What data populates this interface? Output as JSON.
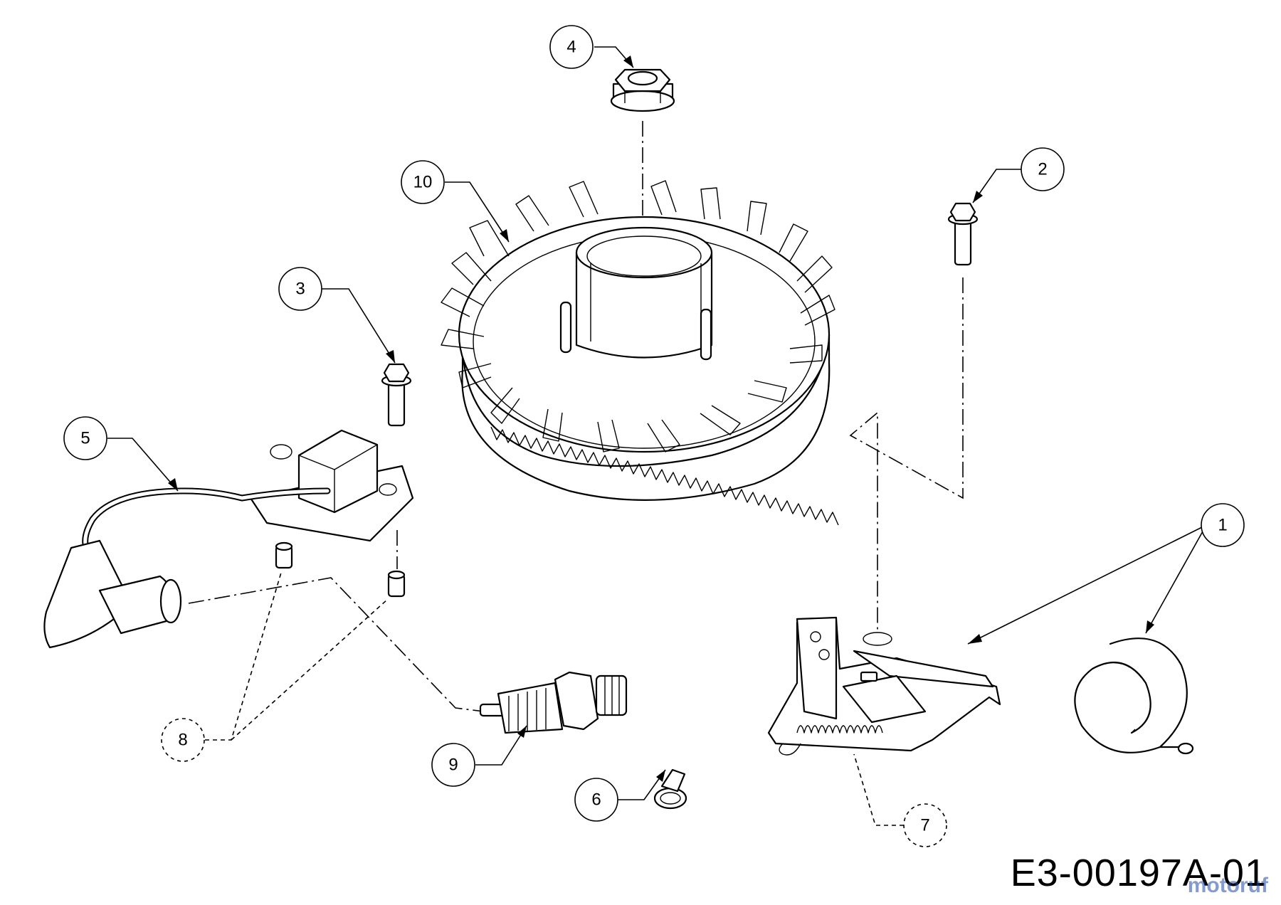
{
  "drawing_code": "E3-00197A-01",
  "watermark": "motoruf",
  "callouts": [
    {
      "id": "callout-1",
      "number": "1"
    },
    {
      "id": "callout-2",
      "number": "2"
    },
    {
      "id": "callout-3",
      "number": "3"
    },
    {
      "id": "callout-4",
      "number": "4"
    },
    {
      "id": "callout-5",
      "number": "5"
    },
    {
      "id": "callout-6",
      "number": "6"
    },
    {
      "id": "callout-7",
      "number": "7"
    },
    {
      "id": "callout-8",
      "number": "8"
    },
    {
      "id": "callout-9",
      "number": "9"
    },
    {
      "id": "callout-10",
      "number": "10"
    }
  ]
}
